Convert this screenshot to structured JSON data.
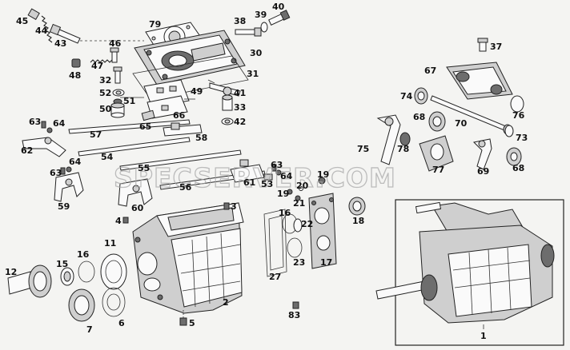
{
  "watermark": "SPECSERVER.COM",
  "labels": [
    {
      "id": "45",
      "text": "45"
    },
    {
      "id": "44",
      "text": "44"
    },
    {
      "id": "43",
      "text": "43"
    },
    {
      "id": "79",
      "text": "79"
    },
    {
      "id": "38",
      "text": "38"
    },
    {
      "id": "39",
      "text": "39"
    },
    {
      "id": "40",
      "text": "40"
    },
    {
      "id": "46",
      "text": "46"
    },
    {
      "id": "30",
      "text": "30"
    },
    {
      "id": "47",
      "text": "47"
    },
    {
      "id": "48",
      "text": "48"
    },
    {
      "id": "31",
      "text": "31"
    },
    {
      "id": "32",
      "text": "32"
    },
    {
      "id": "41",
      "text": "41"
    },
    {
      "id": "52",
      "text": "52"
    },
    {
      "id": "51",
      "text": "51"
    },
    {
      "id": "49",
      "text": "49"
    },
    {
      "id": "50",
      "text": "50"
    },
    {
      "id": "33",
      "text": "33"
    },
    {
      "id": "66",
      "text": "66"
    },
    {
      "id": "42",
      "text": "42"
    },
    {
      "id": "63a",
      "text": "63"
    },
    {
      "id": "64a",
      "text": "64"
    },
    {
      "id": "65",
      "text": "65"
    },
    {
      "id": "57",
      "text": "57"
    },
    {
      "id": "58",
      "text": "58"
    },
    {
      "id": "62",
      "text": "62"
    },
    {
      "id": "54",
      "text": "54"
    },
    {
      "id": "64b",
      "text": "64"
    },
    {
      "id": "55",
      "text": "55"
    },
    {
      "id": "63b",
      "text": "63"
    },
    {
      "id": "63c",
      "text": "63"
    },
    {
      "id": "64c",
      "text": "64"
    },
    {
      "id": "19a",
      "text": "19"
    },
    {
      "id": "53",
      "text": "53"
    },
    {
      "id": "61",
      "text": "61"
    },
    {
      "id": "56",
      "text": "56"
    },
    {
      "id": "20",
      "text": "20"
    },
    {
      "id": "19b",
      "text": "19"
    },
    {
      "id": "59",
      "text": "59"
    },
    {
      "id": "60",
      "text": "60"
    },
    {
      "id": "21",
      "text": "21"
    },
    {
      "id": "3",
      "text": "3"
    },
    {
      "id": "16a",
      "text": "16"
    },
    {
      "id": "22",
      "text": "22"
    },
    {
      "id": "18",
      "text": "18"
    },
    {
      "id": "4",
      "text": "4"
    },
    {
      "id": "11",
      "text": "11"
    },
    {
      "id": "16b",
      "text": "16"
    },
    {
      "id": "12",
      "text": "12"
    },
    {
      "id": "15",
      "text": "15"
    },
    {
      "id": "23",
      "text": "23"
    },
    {
      "id": "17",
      "text": "17"
    },
    {
      "id": "27",
      "text": "27"
    },
    {
      "id": "2",
      "text": "2"
    },
    {
      "id": "7",
      "text": "7"
    },
    {
      "id": "6",
      "text": "6"
    },
    {
      "id": "5",
      "text": "5"
    },
    {
      "id": "83",
      "text": "83"
    },
    {
      "id": "37",
      "text": "37"
    },
    {
      "id": "67",
      "text": "67"
    },
    {
      "id": "74",
      "text": "74"
    },
    {
      "id": "76",
      "text": "76"
    },
    {
      "id": "68a",
      "text": "68"
    },
    {
      "id": "70",
      "text": "70"
    },
    {
      "id": "73",
      "text": "73"
    },
    {
      "id": "75",
      "text": "75"
    },
    {
      "id": "78",
      "text": "78"
    },
    {
      "id": "77",
      "text": "77"
    },
    {
      "id": "69",
      "text": "69"
    },
    {
      "id": "68b",
      "text": "68"
    },
    {
      "id": "1",
      "text": "1"
    }
  ]
}
